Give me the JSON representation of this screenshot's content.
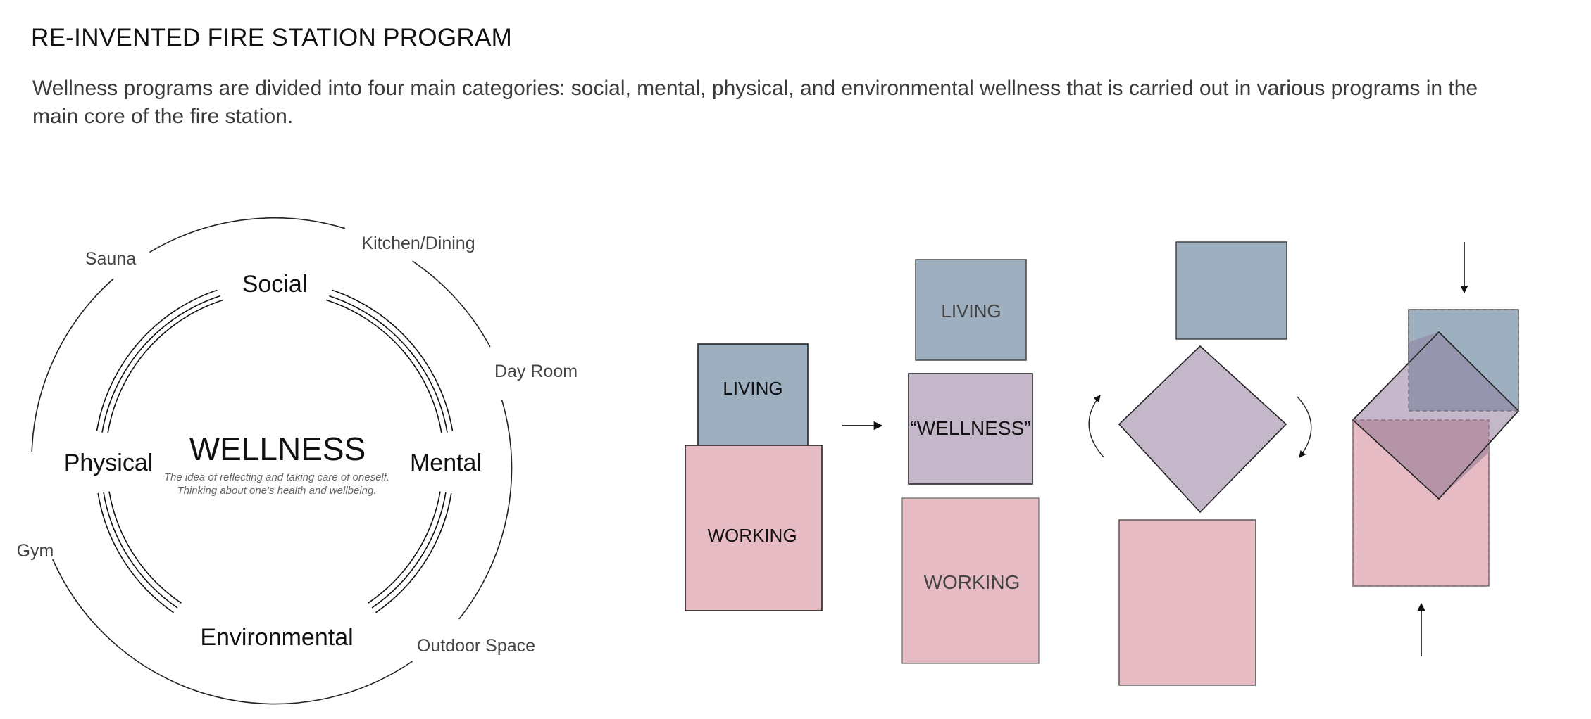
{
  "header": {
    "title": "RE-INVENTED FIRE STATION PROGRAM",
    "intro": "Wellness programs are divided into four main categories: social, mental, physical, and environmental wellness that is carried out in various programs in the main core of the fire station."
  },
  "wellness_wheel": {
    "center_title": "WELLNESS",
    "description_line1": "The idea of reflecting and taking care of oneself.",
    "description_line2": "Thinking about one's health and wellbeing.",
    "categories": {
      "social": "Social",
      "mental": "Mental",
      "physical": "Physical",
      "environmental": "Environmental"
    },
    "programs": {
      "sauna": "Sauna",
      "kitchen_dining": "Kitchen/Dining",
      "day_room": "Day Room",
      "gym": "Gym",
      "outdoor_space": "Outdoor Space"
    }
  },
  "concept_sequence": {
    "step1": {
      "living": "LIVING",
      "working": "WORKING"
    },
    "step2": {
      "living": "LIVING",
      "wellness": "“WELLNESS”",
      "working": "WORKING"
    }
  },
  "colors": {
    "living_blue": "#9eafc0",
    "wellness_purple": "#c5b7ca",
    "working_pink": "#e6bbc4",
    "overlap_purple": "#9595ad",
    "overlap_mauve": "#b594a8"
  }
}
